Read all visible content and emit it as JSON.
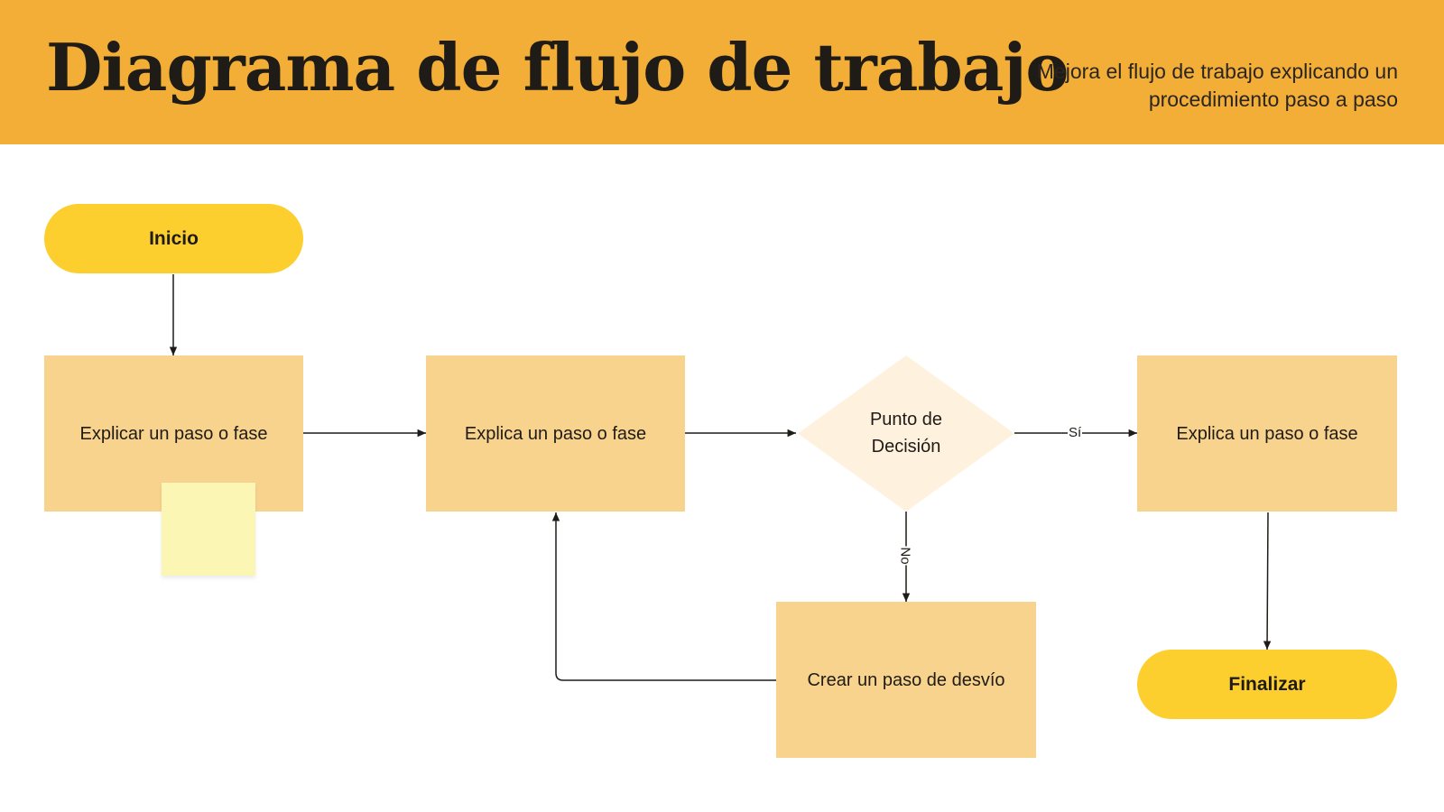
{
  "header": {
    "title": "Diagrama de flujo de trabajo",
    "subtitle": "Mejora el flujo de trabajo explicando un procedimiento paso a paso"
  },
  "colors": {
    "header_bg": "#F2AE37",
    "pill_fill": "#FCCF2E",
    "step_fill": "#F8D38D",
    "decision_fill": "#FEF2DE",
    "sticky_fill": "#FCF6B4",
    "connector": "#1f1b16"
  },
  "nodes": {
    "start": "Inicio",
    "step1": "Explicar un paso o fase",
    "step2": "Explica un paso o fase",
    "decision": "Punto de Decisión",
    "step3": "Explica un paso o fase",
    "detour": "Crear un paso de desvío",
    "end": "Finalizar"
  },
  "edges": {
    "yes_label": "Sí",
    "no_label": "No"
  }
}
